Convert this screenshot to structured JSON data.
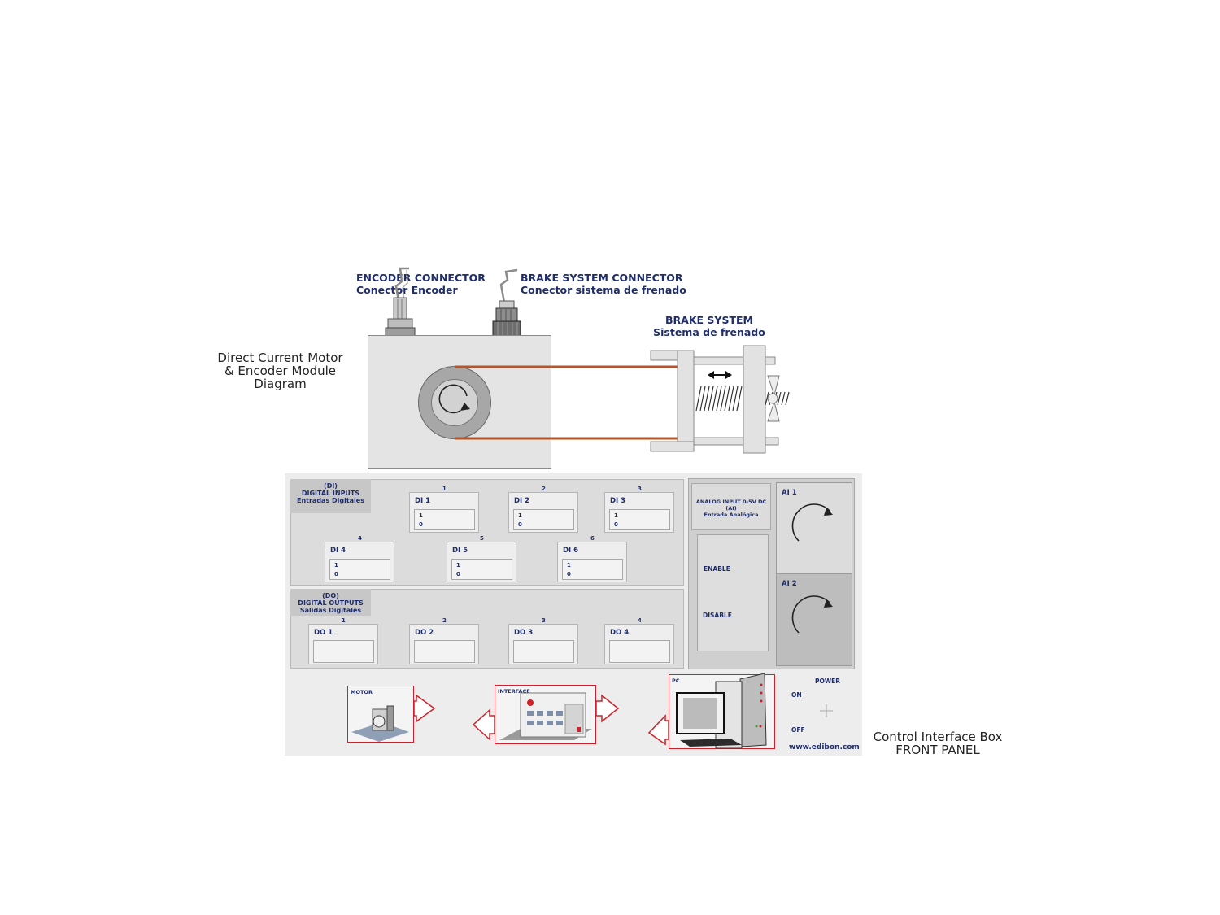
{
  "captions": {
    "motor_module": [
      "Direct Current Motor",
      "& Encoder Module",
      "Diagram"
    ],
    "front_panel": [
      "Control Interface Box",
      "FRONT PANEL"
    ]
  },
  "connectors": {
    "encoder": {
      "en": "ENCODER CONNECTOR",
      "es": "Conector Encoder"
    },
    "brake": {
      "en": "BRAKE SYSTEM CONNECTOR",
      "es": "Conector sistema de frenado"
    }
  },
  "brake_system": {
    "en": "BRAKE SYSTEM",
    "es": "Sistema de frenado"
  },
  "digital_inputs": {
    "abbr": "(DI)",
    "title": "DIGITAL INPUTS",
    "subtitle": "Entradas Digitales",
    "items": [
      {
        "num": "1",
        "name": "DI 1",
        "on": "1",
        "off": "0"
      },
      {
        "num": "2",
        "name": "DI 2",
        "on": "1",
        "off": "0"
      },
      {
        "num": "3",
        "name": "DI 3",
        "on": "1",
        "off": "0"
      },
      {
        "num": "4",
        "name": "DI 4",
        "on": "1",
        "off": "0"
      },
      {
        "num": "5",
        "name": "DI 5",
        "on": "1",
        "off": "0"
      },
      {
        "num": "6",
        "name": "DI 6",
        "on": "1",
        "off": "0"
      }
    ]
  },
  "digital_outputs": {
    "abbr": "(DO)",
    "title": "DIGITAL OUTPUTS",
    "subtitle": "Salidas Digitales",
    "items": [
      {
        "num": "1",
        "name": "DO 1"
      },
      {
        "num": "2",
        "name": "DO 2"
      },
      {
        "num": "3",
        "name": "DO 3"
      },
      {
        "num": "4",
        "name": "DO 4"
      }
    ]
  },
  "analog": {
    "title": "ANALOG INPUT  0-5V DC (AI)",
    "subtitle": "Entrada Analógica",
    "enable": "ENABLE",
    "disable": "DISABLE",
    "ai1": "AI 1",
    "ai2": "AI 2"
  },
  "bottom": {
    "motor": "MOTOR",
    "interface": "INTERFACE",
    "pc": "PC",
    "power": "POWER",
    "on": "ON",
    "off": "OFF",
    "url": "www.edibon.com"
  },
  "colors": {
    "text_navy": "#1f2d6b",
    "belt": "#b5562a",
    "flow_arrow": "#d0202a"
  }
}
